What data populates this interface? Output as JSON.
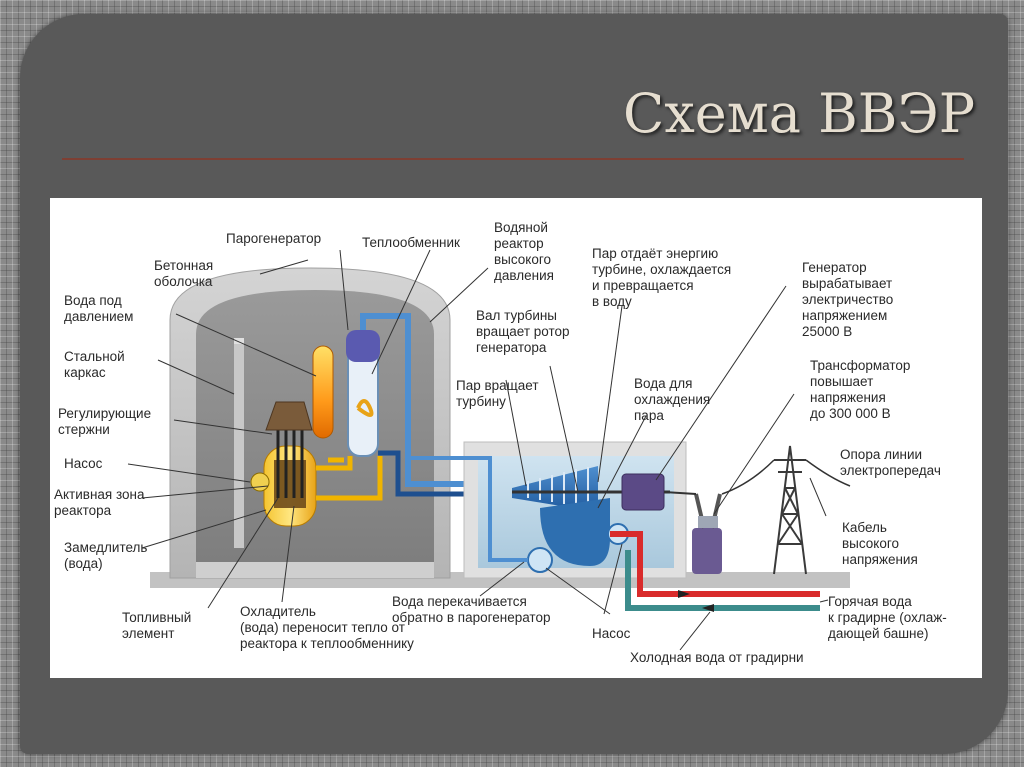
{
  "slide": {
    "title": "Схема ВВЭР"
  },
  "diagram": {
    "labels": {
      "concrete_shell": [
        "Бетонная",
        "оболочка"
      ],
      "pressurized_water": [
        "Вода под",
        "давлением"
      ],
      "steel_frame": [
        "Стальной",
        "каркас"
      ],
      "control_rods": [
        "Регулирующие",
        "стержни"
      ],
      "pump_left": [
        "Насос"
      ],
      "reactor_core": [
        "Активная зона",
        "реактора"
      ],
      "moderator": [
        "Замедлитель",
        "(вода)"
      ],
      "fuel_element": [
        "Топливный",
        "элемент"
      ],
      "coolant": [
        "Охладитель",
        "(вода) переносит тепло от",
        "реактора к теплообменнику"
      ],
      "steam_generator": [
        "Парогенератор"
      ],
      "heat_exchanger": [
        "Теплообменник"
      ],
      "pressurized_reactor": [
        "Водяной",
        "реактор",
        "высокого",
        "давления"
      ],
      "turbine_shaft": [
        "Вал турбины",
        "вращает ротор",
        "генератора"
      ],
      "steam_energy": [
        "Пар отдаёт энергию",
        "турбине, охлаждается",
        "и превращается",
        "в воду"
      ],
      "steam_turbine": [
        "Пар вращает",
        "турбину"
      ],
      "cooling_water": [
        "Вода для",
        "охлаждения",
        "пара"
      ],
      "generator": [
        "Генератор",
        "вырабатывает",
        "электричество",
        "напряжением",
        "25000 В"
      ],
      "transformer": [
        "Трансформатор",
        "повышает",
        "напряжения",
        "до 300 000 В"
      ],
      "power_tower": [
        "Опора линии",
        "электропередач"
      ],
      "hv_cable": [
        "Кабель",
        "высокого",
        "напряжения"
      ],
      "water_pumped": [
        "Вода перекачивается",
        "обратно в парогенератор"
      ],
      "pump_right": [
        "Насос"
      ],
      "hot_water": [
        "Горячая вода",
        "к градирне (охлаж-",
        "дающей башне)"
      ],
      "cold_water": [
        "Холодная вода от градирни"
      ]
    }
  }
}
